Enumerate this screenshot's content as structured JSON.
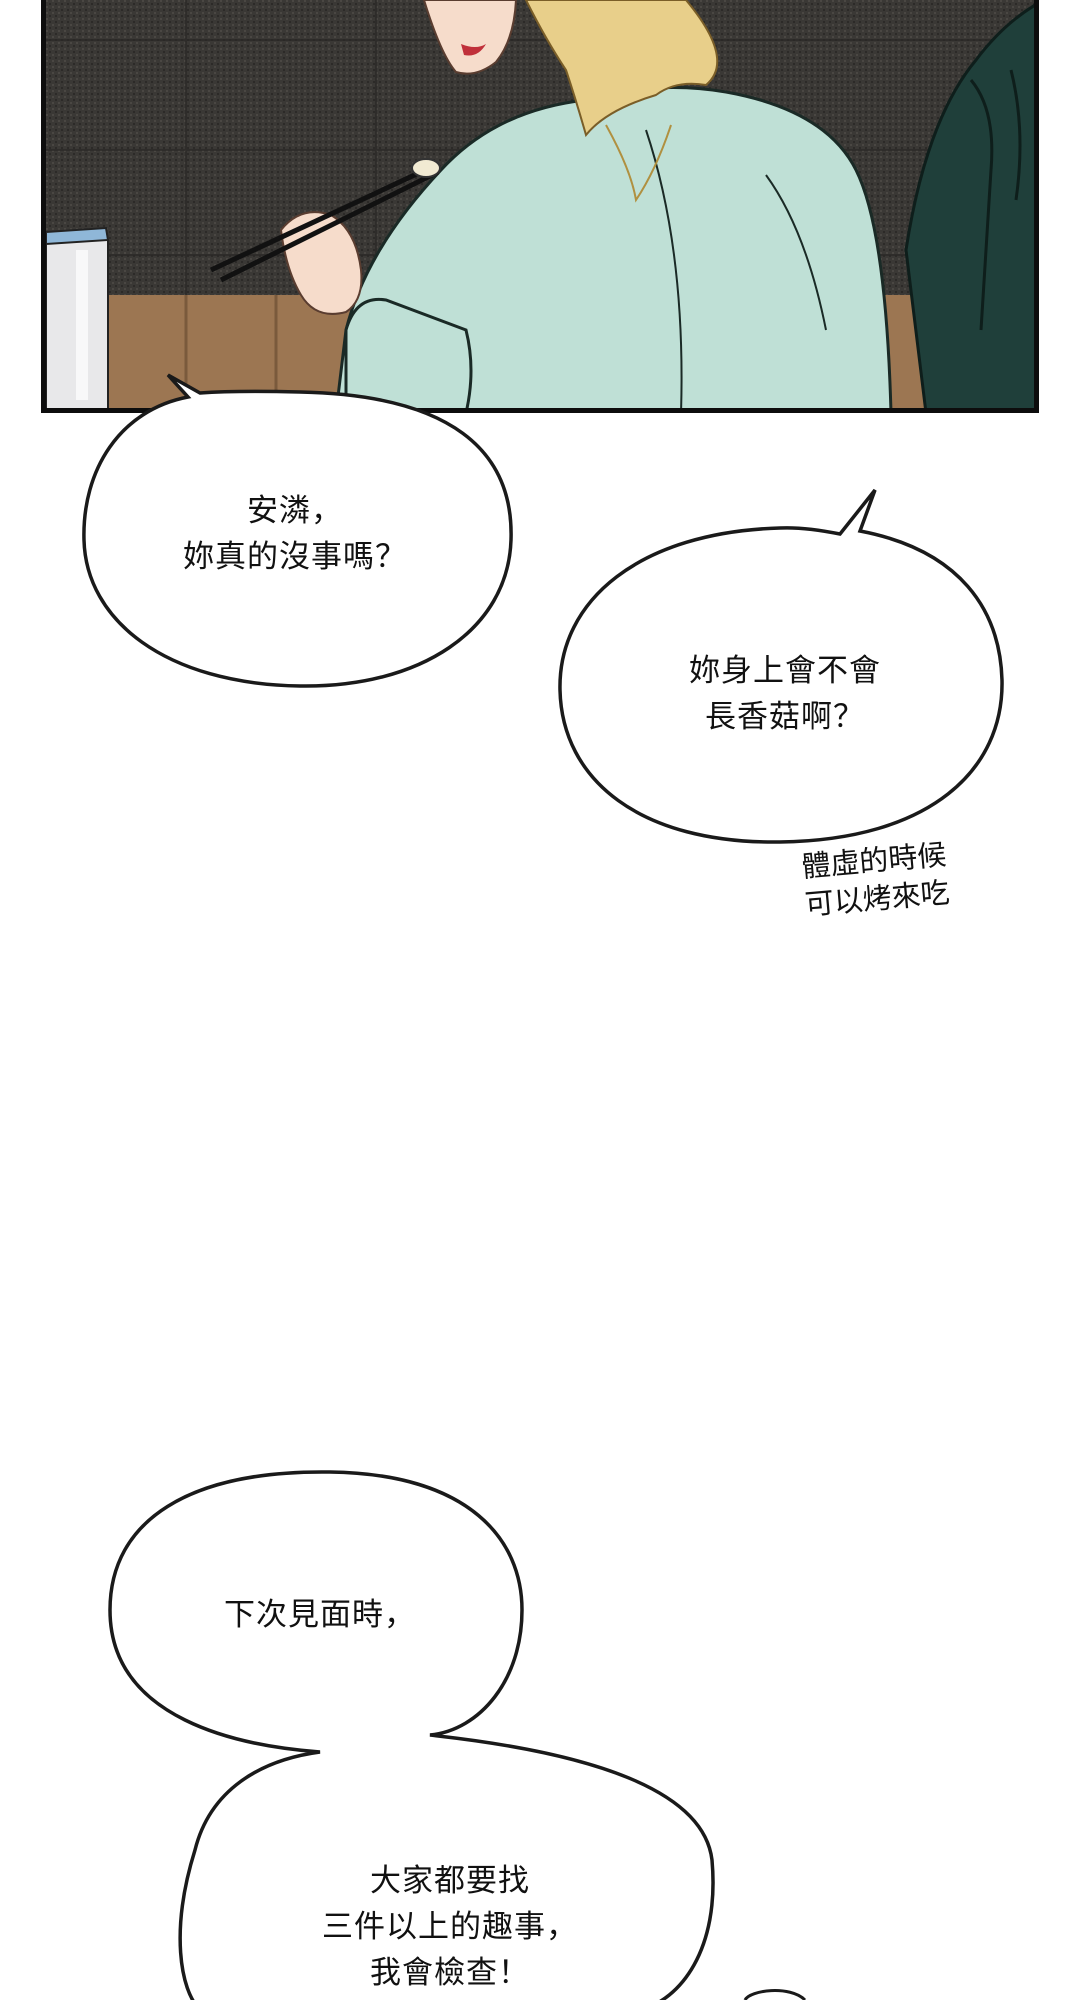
{
  "bubbles": {
    "first": {
      "text": "安潾，\n妳真的沒事嗎？"
    },
    "second": {
      "text": "妳身上會不會\n長香菇啊？"
    },
    "third_top": {
      "text": "下次見面時，"
    },
    "third_bottom": {
      "text": "大家都要找\n三件以上的趣事，\n我會檢查！"
    }
  },
  "aside": {
    "text": "體虛的時候\n可以烤來吃"
  },
  "colors": {
    "sweater": "#bfe0d6",
    "hoodie": "#1f3f3a",
    "hair": "#e8cf8a",
    "wall": "#3c3a37",
    "table": "#9c7652"
  }
}
